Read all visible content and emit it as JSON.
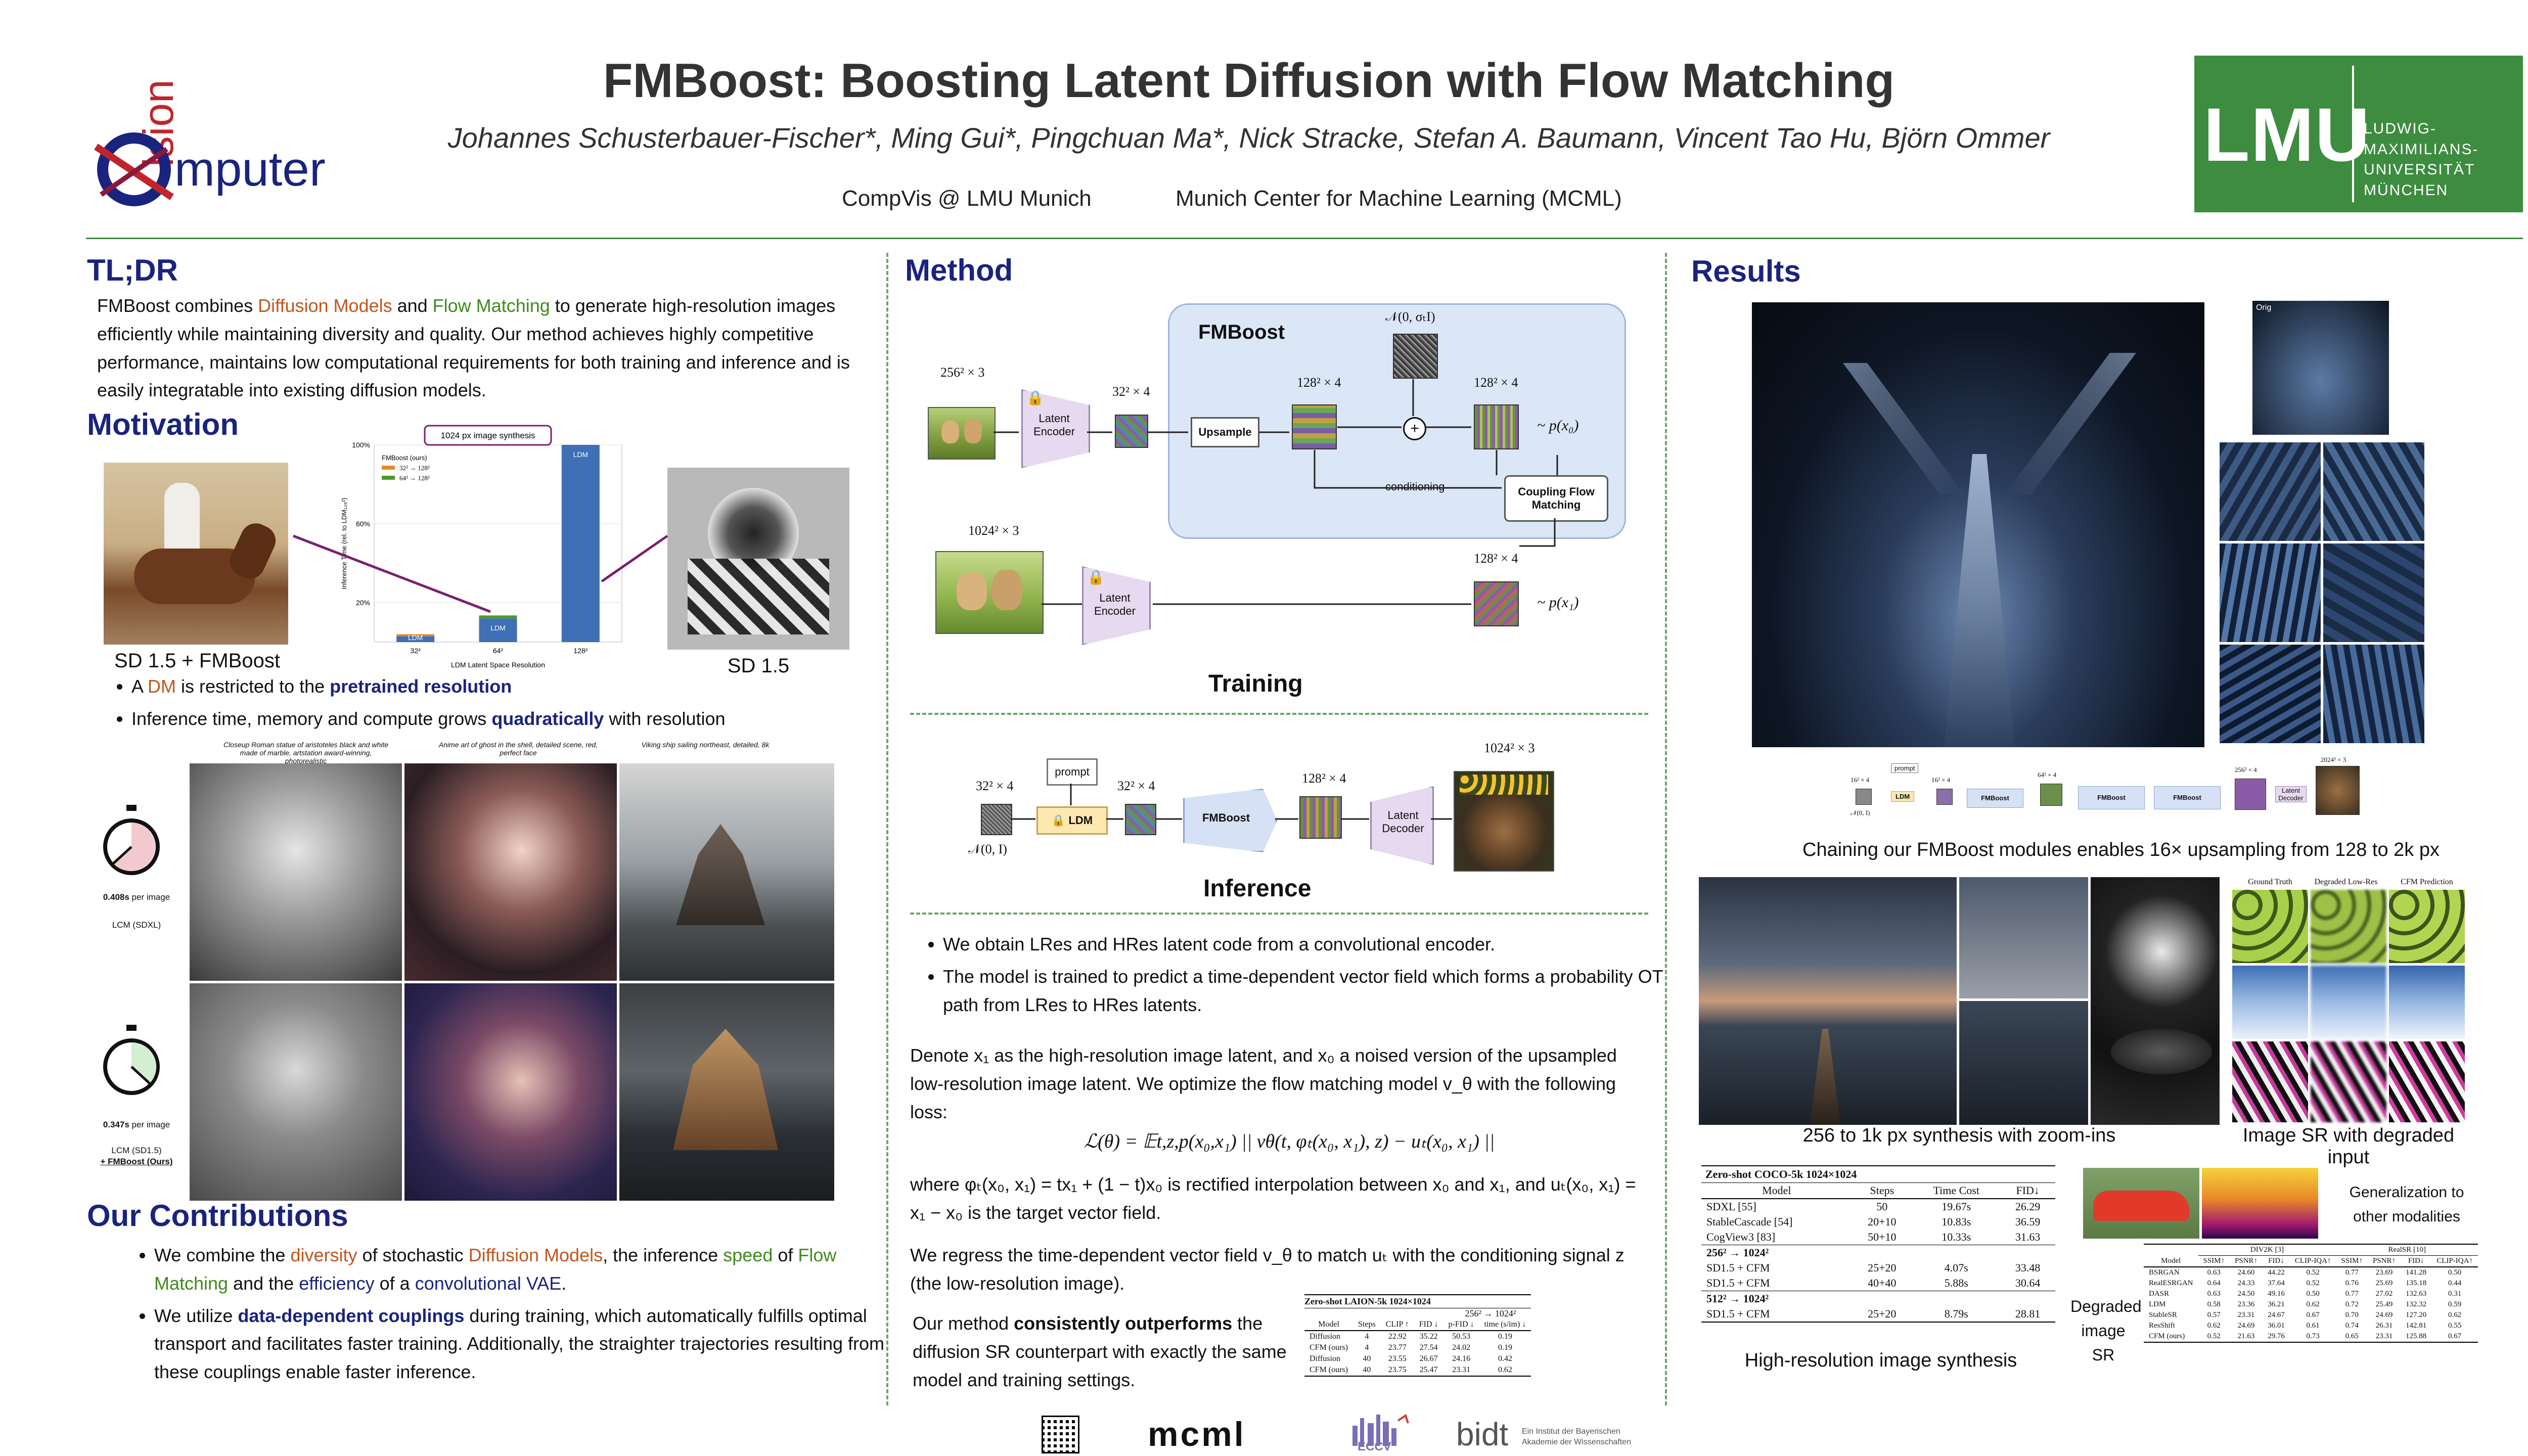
{
  "header": {
    "title": "FMBoost: Boosting Latent Diffusion with Flow Matching",
    "authors": "Johannes Schusterbauer-Fischer*, Ming Gui*, Pingchuan Ma*, Nick Stracke, Stefan A. Baumann, Vincent Tao Hu, Björn Ommer",
    "affiliation1": "CompVis @ LMU Munich",
    "affiliation2": "Munich Center for Machine Learning (MCML)",
    "logo_left_word1": "ision",
    "logo_left_word2": "mputer",
    "logo_right_mark": "LMU",
    "logo_right_text": [
      "LUDWIG-",
      "MAXIMILIANS-",
      "UNIVERSITÄT",
      "MÜNCHEN"
    ]
  },
  "tldr": {
    "heading": "TL;DR",
    "p1": "FMBoost combines ",
    "dm": "Diffusion Models",
    "and": " and ",
    "fm": "Flow Matching",
    "p2": " to generate high-resolution images efficiently while maintaining diversity and quality. Our method achieves highly competitive performance, maintains low computational requirements for both training and inference and is easily integratable into existing diffusion models."
  },
  "motivation": {
    "heading": "Motivation",
    "left_caption": "SD 1.5 + FMBoost",
    "right_caption": "SD 1.5",
    "b1_pre": "A ",
    "b1_dm": "DM",
    "b1_mid": " is restricted to the ",
    "b1_bold": "pretrained resolution",
    "b2_pre": "Inference time, memory and compute grows ",
    "b2_bold": "quadratically",
    "b2_post": " with resolution",
    "prompts": [
      "Closeup Roman statue of aristoteles black and white made of marble, artstation award-winning, photorealistic",
      "Anime art of ghost in the shell, detailed scene, red, perfect face",
      "Viking ship sailing northeast, detailed, 8k"
    ],
    "timer1_value": "0.408s",
    "timer1_unit": " per image",
    "timer1_model": "LCM (SDXL)",
    "timer2_value": "0.347s",
    "timer2_unit": " per image",
    "timer2_model": "LCM (SD1.5)",
    "timer2_plus": "+ FMBoost (Ours)"
  },
  "chart_data": {
    "type": "bar",
    "title": "1024 px image synthesis",
    "categories": [
      "32²",
      "64²",
      "128²"
    ],
    "xlabel": "LDM Latent Space Resolution",
    "ylabel": "Inference Time (rel. to LDM₁₂₈²)",
    "ylim": [
      0,
      100
    ],
    "yticks": [
      "20%",
      "60%",
      "100%"
    ],
    "series": [
      {
        "name": "LDM",
        "values": [
          3,
          12,
          100
        ]
      },
      {
        "name": "32² → 128²",
        "values": [
          1,
          0,
          0
        ]
      },
      {
        "name": "64² → 128²",
        "values": [
          0,
          1.5,
          0
        ]
      }
    ],
    "legend_title": "FMBoost (ours)",
    "bar_label": "LDM",
    "colors": {
      "ldm": "#3f6fb5",
      "fm32": "#e58a2c",
      "fm64": "#4c9a2a"
    }
  },
  "contributions": {
    "heading": "Our Contributions",
    "b1_a": "We combine the ",
    "b1_div": "diversity",
    "b1_b": " of stochastic ",
    "b1_dm": "Diffusion Models",
    "b1_c": ", the inference ",
    "b1_speed": "speed",
    "b1_d": " of ",
    "b1_fm": "Flow Matching",
    "b1_e": " and the ",
    "b1_eff": "efficiency",
    "b1_f": " of a ",
    "b1_vae": "convolutional VAE",
    "b1_g": ".",
    "b2_a": "We utilize ",
    "b2_bold": "data-dependent couplings",
    "b2_b": " during training, which automatically fulfills optimal transport and facilitates faster training. Additionally, the straighter trajectories resulting from these couplings enable faster inference."
  },
  "method": {
    "heading": "Method",
    "training_label": "Training",
    "inference_label": "Inference",
    "fmboost_label": "FMBoost",
    "latent_encoder": "Latent Encoder",
    "upsample": "Upsample",
    "conditioning": "conditioning",
    "coupling": "Coupling Flow Matching",
    "noise": "𝒩(0, σₜI)",
    "res_256": "256² × 3",
    "res_32": "32² × 4",
    "res_128a": "128² × 4",
    "res_128b": "128² × 4",
    "res_1024": "1024² × 3",
    "res_128c": "128² × 4",
    "px0": "~ p(x₀)",
    "px1": "~ p(x₁)",
    "inf_32a": "32² × 4",
    "inf_32b": "32² × 4",
    "inf_128": "128² × 4",
    "inf_1024": "1024² × 3",
    "prompt": "prompt",
    "ldm": "LDM",
    "latent_decoder": "Latent Decoder",
    "n01": "𝒩(0, I)",
    "b1": "We obtain LRes and HRes latent code from a convolutional encoder.",
    "b2": "The model is trained to predict a time-dependent vector field which forms a probability OT path from LRes to HRes latents.",
    "p1": "Denote x₁ as the high-resolution image latent, and x₀ a noised version of the upsampled low-resolution image latent. We optimize the flow matching model v_θ with the following loss:",
    "loss": "ℒ(θ) = 𝔼t,z,p(x₀,x₁) || vθ(t, φₜ(x₀, x₁), z) − uₜ(x₀, x₁) ||",
    "p2": "where φₜ(x₀, x₁) = tx₁ + (1 − t)x₀ is rectified interpolation between x₀ and x₁, and uₜ(x₀, x₁) = x₁ − x₀ is the target vector field.",
    "p3": "We regress the time-dependent vector field v_θ to match uₜ with the conditioning signal z (the low-resolution image).",
    "p4_a": "Our method ",
    "p4_bold": "consistently outperforms",
    "p4_b": " the diffusion SR counterpart with exactly the same model and training settings.",
    "table": {
      "title": "Zero-shot LAION-5k 1024×1024",
      "subtitle": "256² → 1024²",
      "headers": [
        "Model",
        "Steps",
        "CLIP ↑",
        "FID ↓",
        "p-FID ↓",
        "time (s/im) ↓"
      ],
      "rows": [
        [
          "Diffusion",
          "4",
          "22.92",
          "35.22",
          "50.53",
          "0.19"
        ],
        [
          "CFM (ours)",
          "4",
          "23.77",
          "27.54",
          "24.02",
          "0.19"
        ],
        [
          "Diffusion",
          "40",
          "23.55",
          "26.67",
          "24.16",
          "0.42"
        ],
        [
          "CFM (ours)",
          "40",
          "23.75",
          "25.47",
          "23.31",
          "0.62"
        ]
      ]
    }
  },
  "results": {
    "heading": "Results",
    "orig_label": "Orig",
    "chain_caption": "Chaining our FMBoost modules enables 16× upsampling from 128 to 2k px",
    "mini_fmboost": "FMBoost",
    "mini_prompt": "prompt",
    "mini_ldm": "LDM",
    "mini_dec": "Latent Decoder",
    "mini_res": [
      "16² × 4",
      "16² × 4",
      "64² × 4",
      "256² × 4",
      "2024² × 3"
    ],
    "mini_noise": "𝒩(0, I)",
    "zoom_caption": "256 to 1k px synthesis with zoom-ins",
    "sr_caption": "Image SR with degraded input",
    "sr_headers": [
      "Ground Truth",
      "Degraded Low-Res",
      "CFM Prediction"
    ],
    "hr_caption": "High-resolution image synthesis",
    "gen_caption": "Generalization to other modalities",
    "degraded_caption": "Degraded image SR",
    "coco": {
      "title": "Zero-shot COCO-5k 1024×1024",
      "headers": [
        "Model",
        "Steps",
        "Time Cost",
        "FID↓"
      ],
      "rows1": [
        [
          "SDXL [55]",
          "50",
          "19.67s",
          "26.29"
        ],
        [
          "StableCascade [54]",
          "20+10",
          "10.83s",
          "36.59"
        ],
        [
          "CogView3 [83]",
          "50+10",
          "10.33s",
          "31.63"
        ]
      ],
      "sec2": "256² → 1024²",
      "rows2": [
        [
          "SD1.5 + CFM",
          "25+20",
          "4.07s",
          "33.48"
        ],
        [
          "SD1.5 + CFM",
          "40+40",
          "5.88s",
          "30.64"
        ]
      ],
      "sec3": "512² → 1024²",
      "rows3": [
        [
          "SD1.5 + CFM",
          "25+20",
          "8.79s",
          "28.81"
        ]
      ]
    },
    "sr_table": {
      "group1": "DIV2K [3]",
      "group2": "RealSR [10]",
      "headers": [
        "Model",
        "SSIM↑",
        "PSNR↑",
        "FID↓",
        "CLIP-IQA↑",
        "SSIM↑",
        "PSNR↑",
        "FID↓",
        "CLIP-IQA↑"
      ],
      "rows": [
        [
          "BSRGAN",
          "0.63",
          "24.60",
          "44.22",
          "0.52",
          "0.77",
          "23.69",
          "141.28",
          "0.50"
        ],
        [
          "RealESRGAN",
          "0.64",
          "24.33",
          "37.64",
          "0.52",
          "0.76",
          "25.69",
          "135.18",
          "0.44"
        ],
        [
          "DASR",
          "0.63",
          "24.50",
          "49.16",
          "0.50",
          "0.77",
          "27.02",
          "132.63",
          "0.31"
        ],
        [
          "LDM",
          "0.58",
          "23.36",
          "36.21",
          "0.62",
          "0.72",
          "25.49",
          "132.32",
          "0.59"
        ],
        [
          "StableSR",
          "0.57",
          "23.31",
          "24.67",
          "0.67",
          "0.70",
          "24.69",
          "127.20",
          "0.62"
        ],
        [
          "ResShift",
          "0.62",
          "24.69",
          "36.01",
          "0.61",
          "0.74",
          "26.31",
          "142.81",
          "0.55"
        ],
        [
          "CFM (ours)",
          "0.52",
          "21.63",
          "29.76",
          "0.73",
          "0.65",
          "23.31",
          "125.88",
          "0.67"
        ]
      ]
    }
  },
  "footer": {
    "mcml": "mcml",
    "eccv": "ECCV",
    "bidt": "bidt",
    "bidt_sub": "Ein Institut der Bayerischen Akademie der Wissenschaften"
  }
}
